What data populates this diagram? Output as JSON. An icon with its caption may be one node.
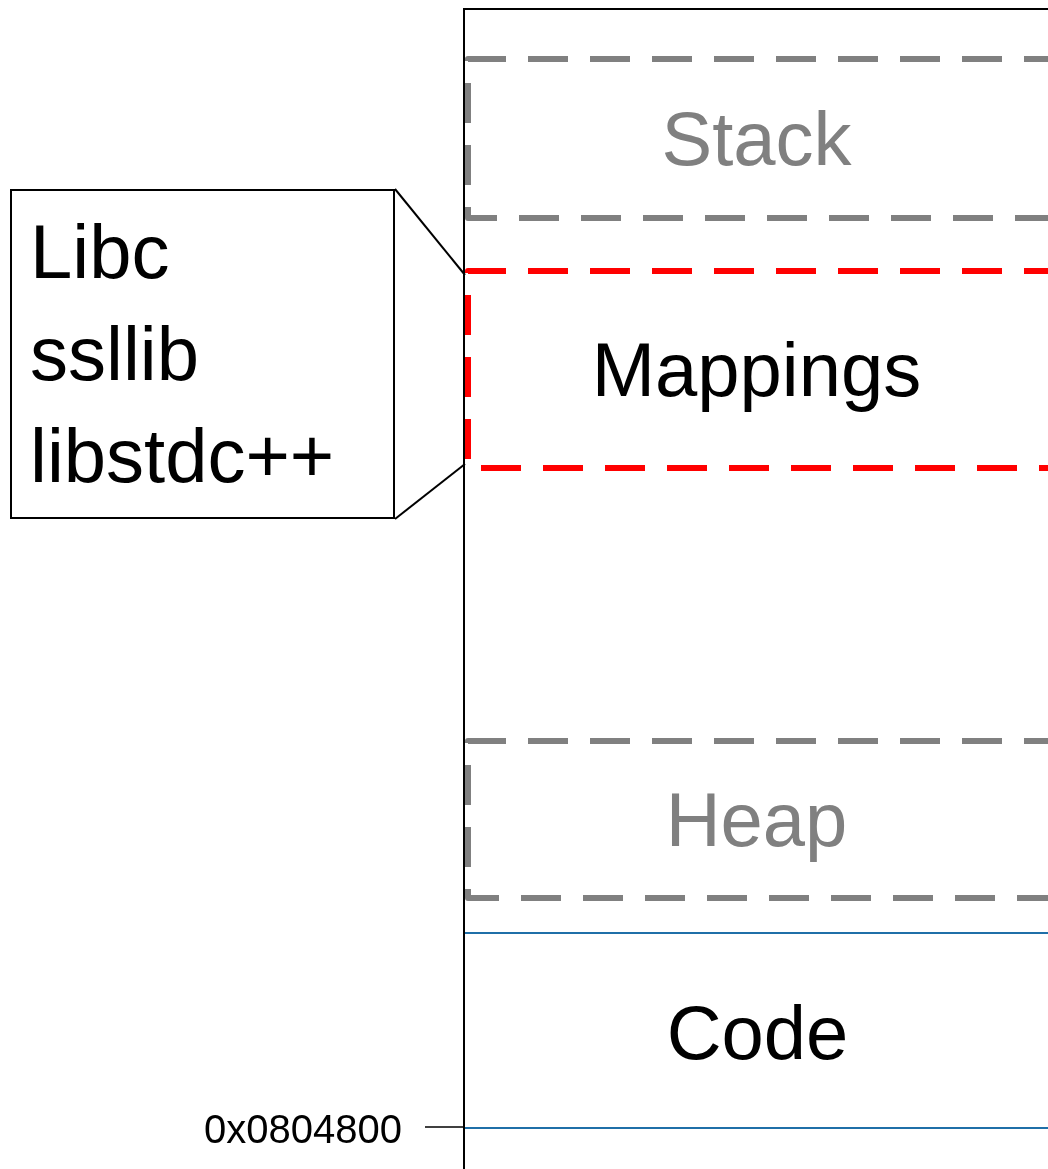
{
  "diagram": {
    "nodes": [
      {
        "text": [],
        "shape": "box"
      },
      {
        "text": [
          "Stack"
        ],
        "in": 0
      },
      {
        "text": [
          "Libc",
          "ssllib",
          "libstdc++"
        ]
      },
      {
        "text": [
          "Mappings"
        ],
        "in": 0
      },
      {
        "text": [
          "Heap"
        ],
        "in": 0
      },
      {
        "text": [
          "Code"
        ],
        "in": 0
      }
    ],
    "edges": [
      {
        "from": 2,
        "to": 3,
        "arrow": "none"
      },
      {
        "from": 2,
        "to": 3,
        "arrow": "none"
      }
    ],
    "labels": [
      "0x0804800"
    ]
  }
}
